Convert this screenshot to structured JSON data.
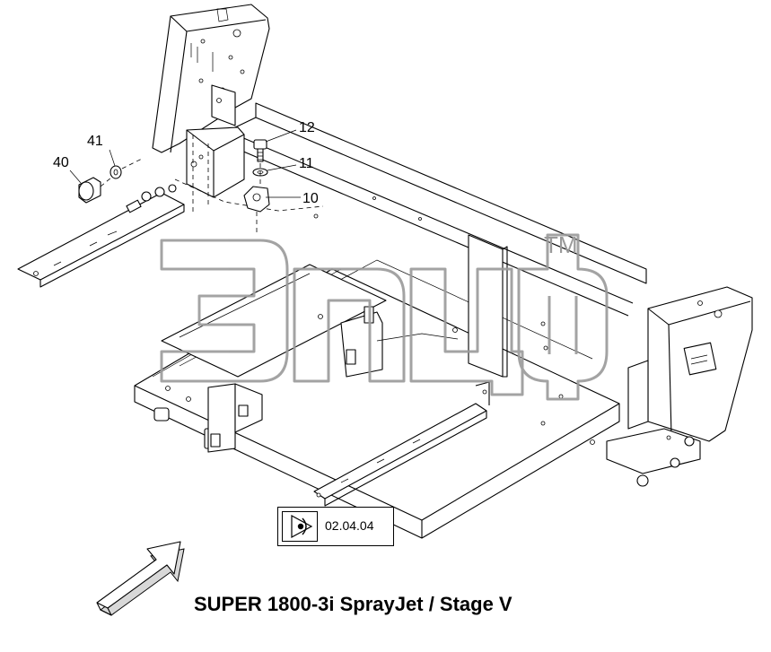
{
  "diagram": {
    "callouts": [
      {
        "id": "12",
        "label": "12"
      },
      {
        "id": "11",
        "label": "11"
      },
      {
        "id": "10",
        "label": "10"
      },
      {
        "id": "41",
        "label": "41"
      },
      {
        "id": "40",
        "label": "40"
      }
    ],
    "reference": {
      "code": "02.04.04",
      "icon": "eye-view-icon"
    },
    "title": "SUPER 1800-3i SprayJet / Stage V",
    "watermark": {
      "trademark": "TM",
      "logo": "watermark-logo"
    }
  }
}
